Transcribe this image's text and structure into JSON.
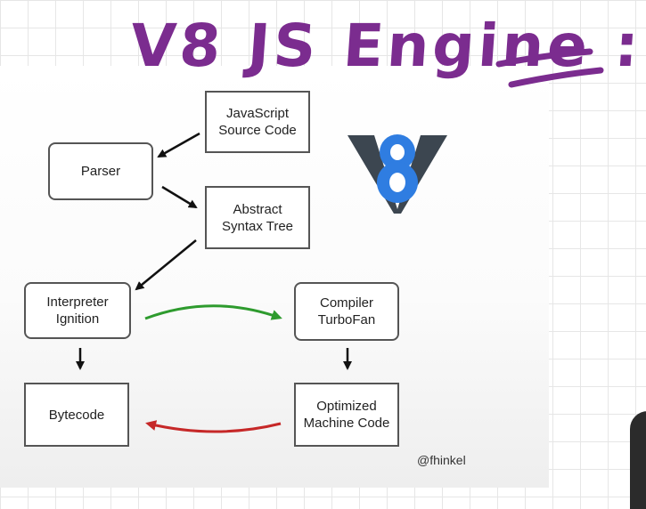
{
  "title": {
    "text": "V8 JS Engine :",
    "color": "#7b2c8f"
  },
  "diagram": {
    "nodes": {
      "source": "JavaScript\nSource Code",
      "parser": "Parser",
      "ast": "Abstract\nSyntax Tree",
      "interpreter": "Interpreter\nIgnition",
      "compiler": "Compiler\nTurboFan",
      "bytecode": "Bytecode",
      "optimized": "Optimized\nMachine Code"
    },
    "edges": [
      {
        "from": "source",
        "to": "parser",
        "color": "#111111"
      },
      {
        "from": "parser",
        "to": "ast",
        "color": "#111111"
      },
      {
        "from": "ast",
        "to": "interpreter",
        "color": "#111111"
      },
      {
        "from": "interpreter",
        "to": "compiler",
        "color": "#2e9b2e"
      },
      {
        "from": "interpreter",
        "to": "bytecode",
        "color": "#111111"
      },
      {
        "from": "compiler",
        "to": "optimized",
        "color": "#111111"
      },
      {
        "from": "optimized",
        "to": "bytecode",
        "color": "#c62828"
      }
    ],
    "logo": {
      "name": "v8-logo",
      "colors": {
        "blue": "#2f7de1",
        "gray": "#3c4650"
      }
    },
    "credit": "@fhinkel"
  }
}
